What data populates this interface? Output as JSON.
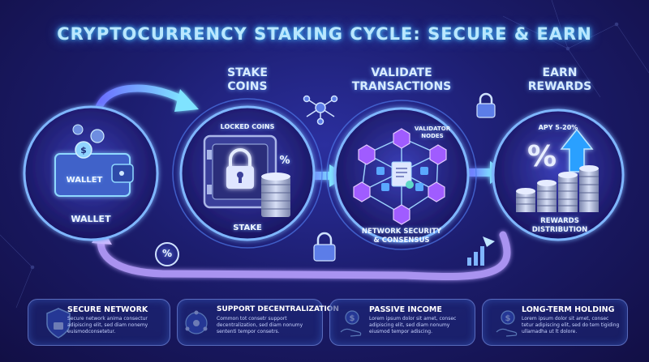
{
  "title": "CRYPTOCURRENCY STAKING CYCLE: SECURE & EARN",
  "steps": {
    "wallet": {
      "label_card": "WALLET",
      "label": "WALLET"
    },
    "stake": {
      "heading_line1": "STAKE",
      "heading_line2": "COINS",
      "locked": "LOCKED COINS",
      "percent": "%",
      "label": "STAKE"
    },
    "validate": {
      "heading_line1": "VALIDATE",
      "heading_line2": "TRANSACTIONS",
      "nodes_line1": "VALIDATOR",
      "nodes_line2": "NODES",
      "caption_line1": "NETWORK SECURITY",
      "caption_line2": "& CONSENSUS"
    },
    "earn": {
      "heading_line1": "EARN",
      "heading_line2": "REWARDS",
      "apy": "APY 5-20%",
      "percent": "%",
      "caption_line1": "REWARDS",
      "caption_line2": "DISTRIBUTION"
    }
  },
  "loop_badge": "%",
  "cards": [
    {
      "title": "SECURE NETWORK",
      "text": "Secure network anima consectur adipiscing elit, sed diam nonemy euismodconsetetur.",
      "icon": "shield-lock-icon"
    },
    {
      "title": "SUPPORT DECENTRALIZATION",
      "text": "Common tot consetr support decentralization, sed diam nonumy sententi tempor consetrs.",
      "icon": "decentralization-network-icon"
    },
    {
      "title": "PASSIVE INCOME",
      "text": "Lorem ipsum dolor sit amet, consec adipiscing elit, sed diam nonumy eiusmod tempor adiscing.",
      "icon": "hand-dollar-coin-icon"
    },
    {
      "title": "LONG-TERM HOLDING",
      "text": "Lorem ipsum dolor sit amet, consec tetur adipiscing elit, sed do tem tigiding ullamadha ut lt dolore.",
      "icon": "hand-dollar-coin-icon"
    }
  ],
  "colors": {
    "accent": "#4fd3ff",
    "ring": "#7fb6ff",
    "coin": "#aab6d6",
    "purple": "#9a5cff"
  }
}
